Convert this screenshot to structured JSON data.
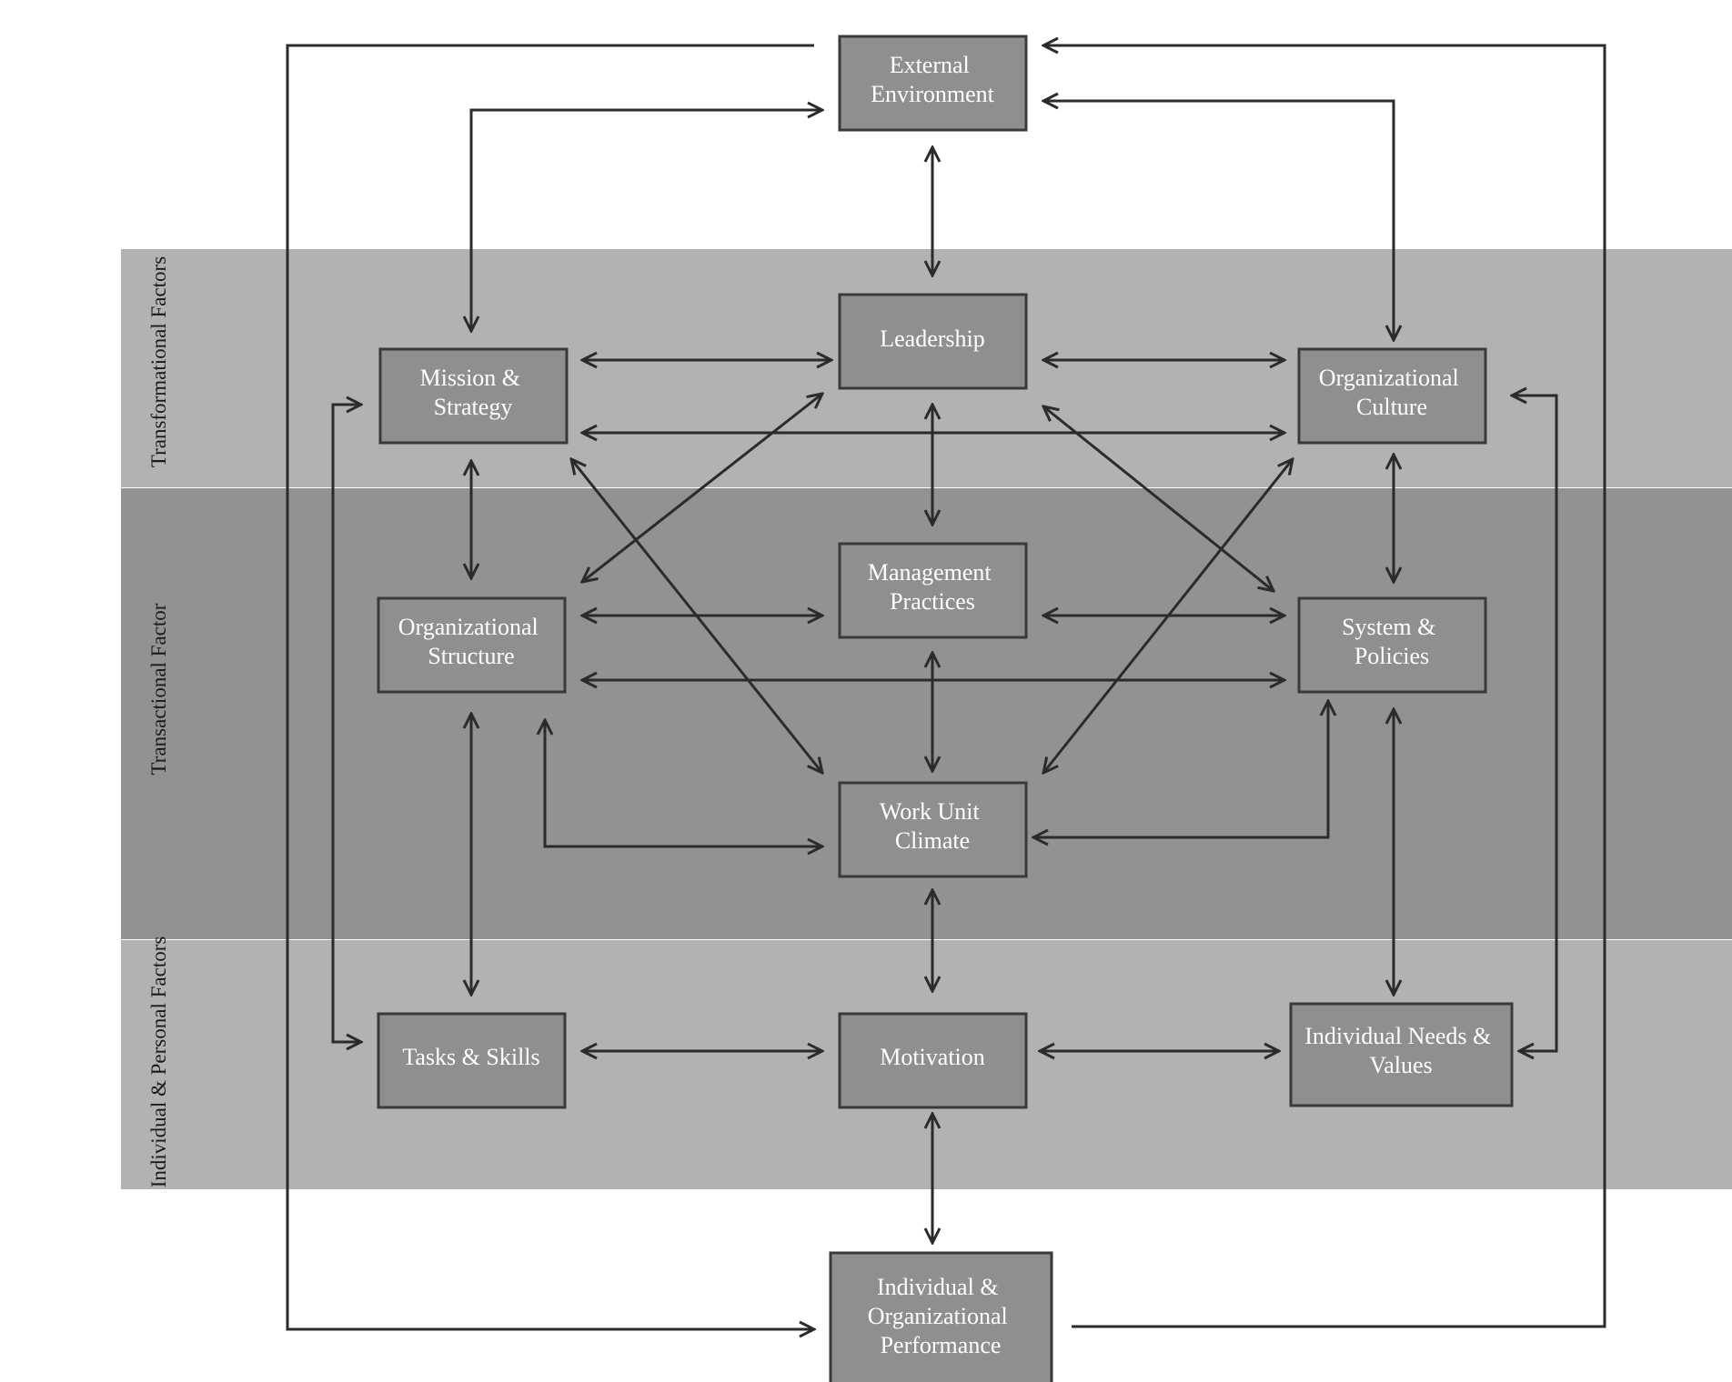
{
  "bands": [
    {
      "id": "transformational",
      "label": "Transformational Factors"
    },
    {
      "id": "transactional",
      "label": "Transactional Factor"
    },
    {
      "id": "individual",
      "label": "Individual & Personal Factors"
    }
  ],
  "nodes": {
    "external_environment": {
      "lines": [
        "External",
        "Environment"
      ]
    },
    "leadership": {
      "lines": [
        "Leadership"
      ]
    },
    "mission_strategy": {
      "lines": [
        "Mission &",
        "Strategy"
      ]
    },
    "organizational_culture": {
      "lines": [
        "Organizational",
        "Culture"
      ]
    },
    "management_practices": {
      "lines": [
        "Management",
        "Practices"
      ]
    },
    "organizational_structure": {
      "lines": [
        "Organizational",
        "Structure"
      ]
    },
    "system_policies": {
      "lines": [
        "System &",
        "Policies"
      ]
    },
    "work_unit_climate": {
      "lines": [
        "Work Unit",
        "Climate"
      ]
    },
    "tasks_skills": {
      "lines": [
        "Tasks & Skills"
      ]
    },
    "motivation": {
      "lines": [
        "Motivation"
      ]
    },
    "individual_needs_values": {
      "lines": [
        "Individual Needs &",
        "Values"
      ]
    },
    "individual_org_performance": {
      "lines": [
        "Individual &",
        "Organizational",
        "Performance"
      ]
    }
  },
  "connections": [
    {
      "from": "external_environment",
      "to": "leadership",
      "bidirectional": true
    },
    {
      "from": "external_environment",
      "to": "mission_strategy",
      "bidirectional": true
    },
    {
      "from": "external_environment",
      "to": "organizational_culture",
      "bidirectional": true
    },
    {
      "from": "individual_org_performance",
      "to": "external_environment",
      "bidirectional": false
    },
    {
      "from": "external_environment",
      "to": "individual_org_performance",
      "bidirectional": false
    },
    {
      "from": "mission_strategy",
      "to": "leadership",
      "bidirectional": true
    },
    {
      "from": "leadership",
      "to": "organizational_culture",
      "bidirectional": true
    },
    {
      "from": "mission_strategy",
      "to": "organizational_culture",
      "bidirectional": true
    },
    {
      "from": "leadership",
      "to": "management_practices",
      "bidirectional": true
    },
    {
      "from": "mission_strategy",
      "to": "organizational_structure",
      "bidirectional": true
    },
    {
      "from": "organizational_culture",
      "to": "system_policies",
      "bidirectional": true
    },
    {
      "from": "organizational_structure",
      "to": "leadership",
      "bidirectional": true
    },
    {
      "from": "mission_strategy",
      "to": "work_unit_climate",
      "bidirectional": true
    },
    {
      "from": "leadership",
      "to": "system_policies",
      "bidirectional": true
    },
    {
      "from": "work_unit_climate",
      "to": "organizational_culture",
      "bidirectional": true
    },
    {
      "from": "organizational_structure",
      "to": "management_practices",
      "bidirectional": true
    },
    {
      "from": "management_practices",
      "to": "system_policies",
      "bidirectional": true
    },
    {
      "from": "organizational_structure",
      "to": "system_policies",
      "bidirectional": true
    },
    {
      "from": "management_practices",
      "to": "work_unit_climate",
      "bidirectional": true
    },
    {
      "from": "organizational_structure",
      "to": "work_unit_climate",
      "bidirectional": true
    },
    {
      "from": "system_policies",
      "to": "work_unit_climate",
      "bidirectional": true
    },
    {
      "from": "organizational_structure",
      "to": "tasks_skills",
      "bidirectional": true
    },
    {
      "from": "system_policies",
      "to": "individual_needs_values",
      "bidirectional": true
    },
    {
      "from": "work_unit_climate",
      "to": "motivation",
      "bidirectional": true
    },
    {
      "from": "mission_strategy",
      "to": "tasks_skills",
      "bidirectional": true
    },
    {
      "from": "organizational_culture",
      "to": "individual_needs_values",
      "bidirectional": true
    },
    {
      "from": "tasks_skills",
      "to": "motivation",
      "bidirectional": true
    },
    {
      "from": "motivation",
      "to": "individual_needs_values",
      "bidirectional": true
    },
    {
      "from": "motivation",
      "to": "individual_org_performance",
      "bidirectional": true
    }
  ]
}
